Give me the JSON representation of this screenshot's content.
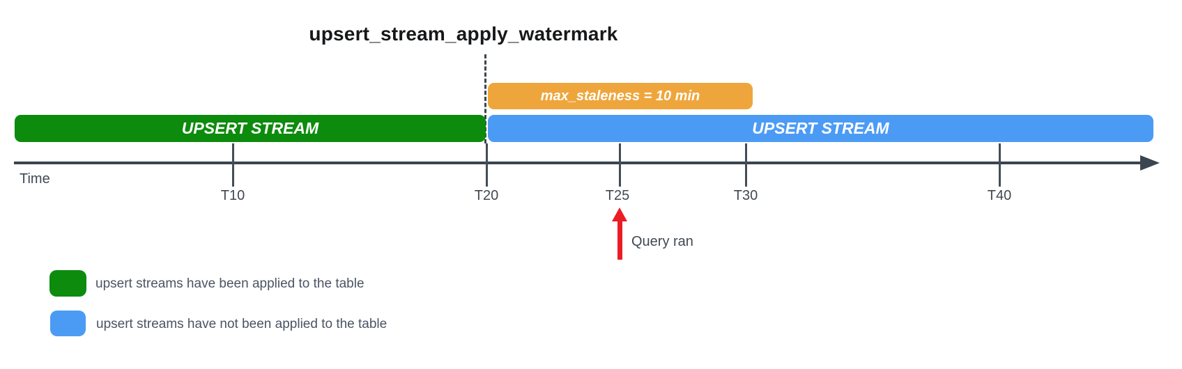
{
  "title": "upsert_stream_apply_watermark",
  "colors": {
    "applied_green": "#0d8b0d",
    "not_applied_blue": "#4b9bf5",
    "staleness_orange": "#eea63c",
    "axis_dark": "#3b4550",
    "query_arrow_red": "#ea1d25",
    "label_gray": "#3f4953"
  },
  "timeline": {
    "axis_label": "Time",
    "watermark_line_at": "T20",
    "bars": [
      {
        "id": "applied",
        "label": "UPSERT STREAM",
        "color": "#0d8b0d",
        "from": "start",
        "to": "T20"
      },
      {
        "id": "not_applied",
        "label": "UPSERT STREAM",
        "color": "#4b9bf5",
        "from": "T20",
        "to": "end"
      },
      {
        "id": "staleness",
        "label": "max_staleness = 10 min",
        "color": "#eea63c",
        "from": "T20",
        "to": "T30"
      }
    ],
    "ticks": [
      {
        "label": "T10"
      },
      {
        "label": "T20"
      },
      {
        "label": "T25"
      },
      {
        "label": "T30"
      },
      {
        "label": "T40"
      }
    ],
    "annotation": {
      "label": "Query ran",
      "at": "T25"
    }
  },
  "legend": [
    {
      "color": "#0d8b0d",
      "label": "upsert streams have been applied to the table"
    },
    {
      "color": "#4b9bf5",
      "label": "upsert streams have not been applied to the table"
    }
  ]
}
